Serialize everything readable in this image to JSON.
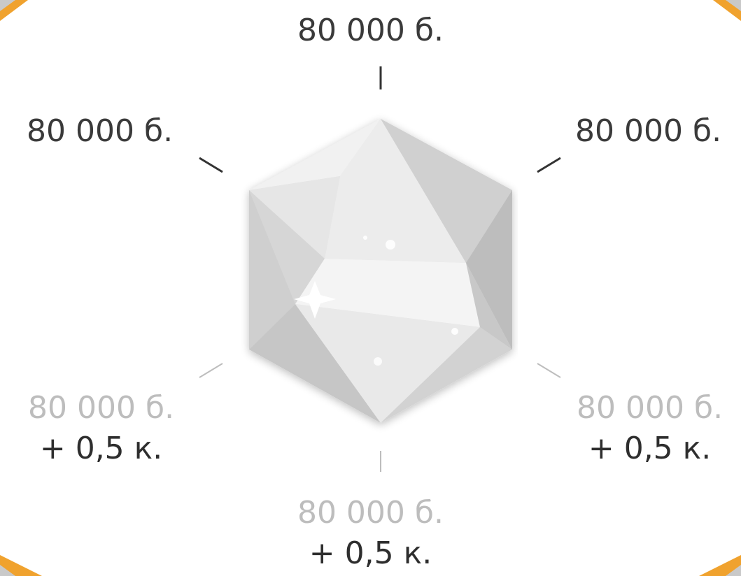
{
  "rewards": {
    "top": {
      "points": "80 000 б.",
      "unlocked": true
    },
    "top_left": {
      "points": "80 000 б.",
      "unlocked": true
    },
    "top_right": {
      "points": "80 000 б.",
      "unlocked": true
    },
    "bottom_left": {
      "points": "80 000 б.",
      "bonus": "+ 0,5 к.",
      "unlocked": false
    },
    "bottom_right": {
      "points": "80 000 б.",
      "bonus": "+ 0,5 к.",
      "unlocked": false
    },
    "bottom": {
      "points": "80 000 б.",
      "bonus": "+ 0,5 к.",
      "unlocked": false
    }
  },
  "gem": {
    "icon": "diamond-icon",
    "color": "#d9d9d9"
  },
  "colors": {
    "active_text": "#3a3a3a",
    "inactive_text": "#bdbdbd",
    "accent_corner": "#f0a22e"
  }
}
